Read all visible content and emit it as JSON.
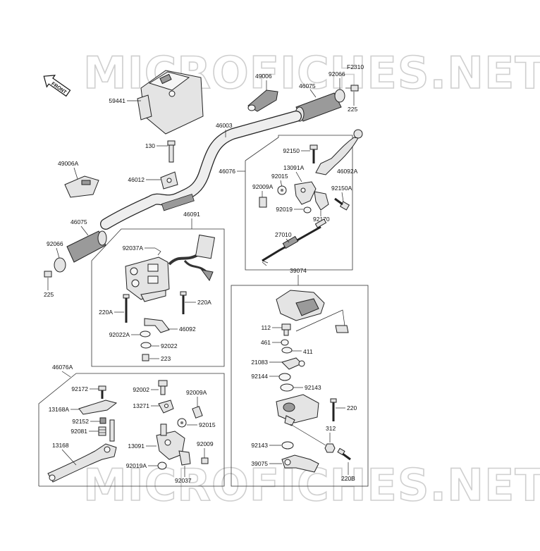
{
  "diagram": {
    "code": "F2310",
    "watermark": "MICROFICHES.NET",
    "front_arrow": "FRONT",
    "labels": {
      "p59441": "59441",
      "p49006": "49006",
      "p46075_top": "46075",
      "p92066_top": "92066",
      "p225_top": "225",
      "p46003": "46003",
      "p130": "130",
      "p49006A": "49006A",
      "p46012": "46012",
      "p46075_left": "46075",
      "p92066_left": "92066",
      "p225_left": "225",
      "p46091": "46091",
      "p92037A": "92037A",
      "p220A_left": "220A",
      "p220A_right": "220A",
      "p92022A": "92022A",
      "p46092": "46092",
      "p92022": "92022",
      "p223": "223",
      "p92150": "92150",
      "p46092A": "46092A",
      "p13091A": "13091A",
      "p92015_top": "92015",
      "p46076": "46076",
      "p92009A_top": "92009A",
      "p92150A": "92150A",
      "p92019": "92019",
      "p92170": "92170",
      "p27010": "27010",
      "p39074": "39074",
      "p112": "112",
      "p461": "461",
      "p411": "411",
      "p21083": "21083",
      "p92144": "92144",
      "p92143_top": "92143",
      "p220": "220",
      "p312": "312",
      "p92143_bot": "92143",
      "p39075": "39075",
      "p220B": "220B",
      "p46076A": "46076A",
      "p92172": "92172",
      "p13168A": "13168A",
      "p92152": "92152",
      "p92081": "92081",
      "p13168": "13168",
      "p92002": "92002",
      "p13271": "13271",
      "p92009A_bot": "92009A",
      "p92015_bot": "92015",
      "p13091": "13091",
      "p92009": "92009",
      "p92019A": "92019A",
      "p92037": "92037"
    }
  }
}
